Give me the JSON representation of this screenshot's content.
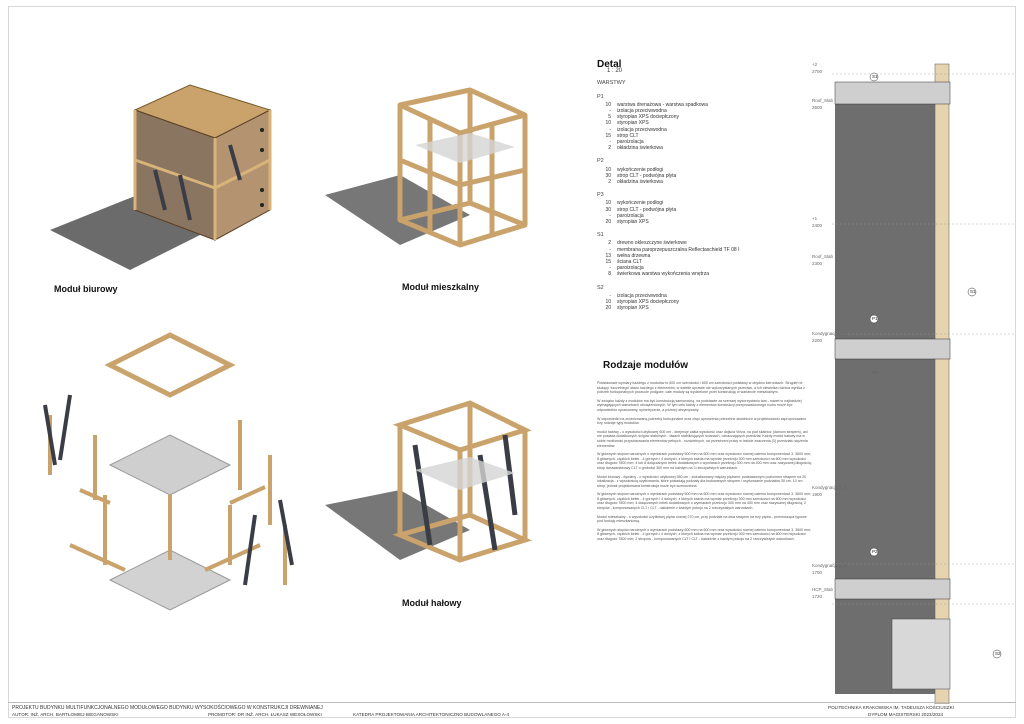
{
  "modules": {
    "office_label": "Moduł biurowy",
    "residential_label": "Moduł mieszkalny",
    "hall_label": "Moduł hałowy"
  },
  "detail": {
    "title": "Detal",
    "scale": "1 : 20",
    "layers_heading": "WARSTWY",
    "sections": [
      {
        "name": "P1",
        "layers": [
          {
            "t": "10",
            "d": "warstwa drenażowa - warstwa spadkowa"
          },
          {
            "t": "-",
            "d": "izolacja przeciwwodna"
          },
          {
            "t": "5",
            "d": "styropian XPS dociepłczony"
          },
          {
            "t": "10",
            "d": "styropian XPS"
          },
          {
            "t": "-",
            "d": "izolacja przeciwwodna"
          },
          {
            "t": "15",
            "d": "strop CLT"
          },
          {
            "t": "-",
            "d": "paroizolacja"
          },
          {
            "t": "2",
            "d": "okładzina świerkowa"
          }
        ]
      },
      {
        "name": "P2",
        "layers": [
          {
            "t": "10",
            "d": "wykończenie podłogi"
          },
          {
            "t": "30",
            "d": "strop CLT - podwójna płyta"
          },
          {
            "t": "2",
            "d": "okładzina świerkowa"
          }
        ]
      },
      {
        "name": "P3",
        "layers": [
          {
            "t": "10",
            "d": "wykończenie podłogi"
          },
          {
            "t": "30",
            "d": "strop CLT - podwójna płyta"
          },
          {
            "t": "-",
            "d": "paroizolacja"
          },
          {
            "t": "20",
            "d": "styropian XPS"
          }
        ]
      },
      {
        "name": "S1",
        "layers": [
          {
            "t": "2",
            "d": "drewno okleszczyne świerkowe"
          },
          {
            "t": "-",
            "d": "membrana paroprzepuszczalna Reflectaschield TF 08 I"
          },
          {
            "t": "13",
            "d": "wełna drzewna"
          },
          {
            "t": "15",
            "d": "ściana CLT"
          },
          {
            "t": "-",
            "d": "paroizolacja"
          },
          {
            "t": "8",
            "d": "świerkowa warstwa wykończenia wnętrza"
          }
        ]
      },
      {
        "name": "S2",
        "layers": [
          {
            "t": "-",
            "d": "izolacja przeciwwodna"
          },
          {
            "t": "10",
            "d": "styropian XPS dociepłczony"
          },
          {
            "t": "20",
            "d": "styropian XPS"
          }
        ]
      }
    ]
  },
  "rodzaje": {
    "title": "Rodzaje modułów",
    "paragraphs": [
      "Podstawowe wymiary każdego z modułów to 600 cm szerokości i 600 cm szerokości podstawy w obydwu kierunkach. Strąpień te służący 'szczelnego' stanu każdego z elementów, w świetle uprawie nie wykorzystanych przeciwu, a ich niewielka różnica wynika z potrzeb funkcjonalnych poczucie podjęcie; całe moduły są wydzielone przeł konstrukcję w wariancie mieszkalnym.",
      "W związku każdy z modułów ma być konstrukcją samonośną, na podstawie za szerszej wykorzystaniu tam - nawet w najbardziej wymagających warunkach obciążeniowych. W tym celu każdy z elementów konstrukcji przeprowadzonego ruchu może być odpowiednio opracowany, symetrycznie, a później utrzymywany.",
      "W odpowiedzi na zróżnicowaną potrzeby funkcjonalne oraz chęć uproszenia potrzebne słowiniczo w projektowaniu zaproponowano trzy rodzaje typy modułów:",
      "moduł hałowy - o wysokości użytkowej 600 cm - obejmuje całka wysokość oraz dojścia Vieza, na pod skalnicz (dalnum strapem), ani nie posiada dodatkowych ścigów stabilnych - fasach stabilizujących ścianach, oznaczających przedział. Każdy moduł hałowy ma w sobie możliwość przystosowania elementów pełnych - rozdzielnych, na przestrzeni pracy w trakcie znaczenia (3) przedziału stężenia elementów.",
      "W głównych słupów narożnych o wymiarach podstawy 600 mm na 600 mm oraz wysokości równej całemu komponentowi 3, 3600 mm; 8 głównych, ciężkich belek - 4 górnych i 4 dolnych, z których każda ma wymiar przekroju 300 mm szerokości na 600 mm wysokości oraz długość 7800 mm; 4 lub 8 dołączanych belek dodatkowych o wymiarach przekroju 300 mm na 400 mm oraz nazywanej długością; strop dwuwarstwowy CLT o grubości 300 mm na każdym na 3 rzeczywistych warunkach.",
      "Moduł biurowy - dywiźny - o wysokości użytkowej 380 cm - zlokalizowany między piętrami: podstawowym poziomem strapem na 20 lokalizacja - z wysokością użytkowania, które posiadają podziały dla budowanych stropem i usytuowanie podziałów 30 cm. 10 cm strop, jednak projektowana konstrukcja może być wzmocniona.",
      "W głównych słupów narożnych o wymiarach podstawy 600 mm na 600 mm oraz wysokości równej całemu komponentowi 3, 3600 mm; 8 głównych, ciężkich belek - 4 górnych i 4 dolnych, z których każda ma wymiar przekroju 300 mm szerokości na 600 mm wysokości oraz długość 7800 mm; 4 dołączanych belek dodatkowych o wymiarach przekroju 300 mm na 400 mm oraz nazywanej długością; 2 stropów - komponowanych CLT i CLT - nałożenie z każdym pokoju na 2 rzeczywistych warunkach.",
      "Moduł mieszkalny - o wysokości użytkowej piętra równej 270 cm, przy podziale na dwa strapem na trzy piętra - przenosząca typowe pod funkcję mieszkaniową.",
      "W głównych słupów narożnych o wymiarach podstawy 600 mm na 600 mm oraz wysokości równej całemu komponentowi 3, 3600 mm; 8 głównych, ciężkich belek - 4 górnych i 4 dolnych, z których każda ma wymiar przekroju 300 mm szerokości na 600 mm wysokości oraz długość 7800 mm; 2 stropów - komponowanych CLT i CLT - nałożenie z każdym pokoju na 2 rzeczywistych warunkach."
    ]
  },
  "section": {
    "levels": [
      {
        "label": "+2",
        "value": "2700"
      },
      {
        "label": "Roof_Slab",
        "value": "2600"
      },
      {
        "label": "+1",
        "value": "2400"
      },
      {
        "label": "Roof_Slab",
        "value": "2300"
      },
      {
        "label": "Kondygnacja 2_1",
        "value": "2200"
      },
      {
        "label": "Kondygnacja 1_1",
        "value": "1900"
      },
      {
        "label": "Kondygnacja 1_2",
        "value": "1700"
      },
      {
        "label": "HCP_Slab",
        "value": "1720"
      }
    ],
    "tags": [
      "S1",
      "P1",
      "S1",
      "P2",
      "P3",
      "S2"
    ]
  },
  "footer": {
    "project_title": "PROJEKTU BUDYNKU MULTIFUNKCJONALNEGO MODUŁOWEGO BUDYNKU WYSOKOŚCIOWEGO W KONSTRUKCJI DREWNIANEJ",
    "author": "AUTOR: INŻ. ARCH. BARTŁOMIEJ BIEGANOWSKI",
    "promoter": "PROMOTOR: DR INŻ. ARCH. ŁUKASZ WESOŁOWSKI",
    "department": "KATEDRA PROJEKTOWANIA ARCHITEKTONICZNO BUDOWLANEGO A-4",
    "university": "POLITECHNIKA KRAKOWSKA IM. TADEUSZA KOŚCIUSZKI",
    "diploma": "DYPLOM MAGISTERSKI 2023/2024"
  }
}
